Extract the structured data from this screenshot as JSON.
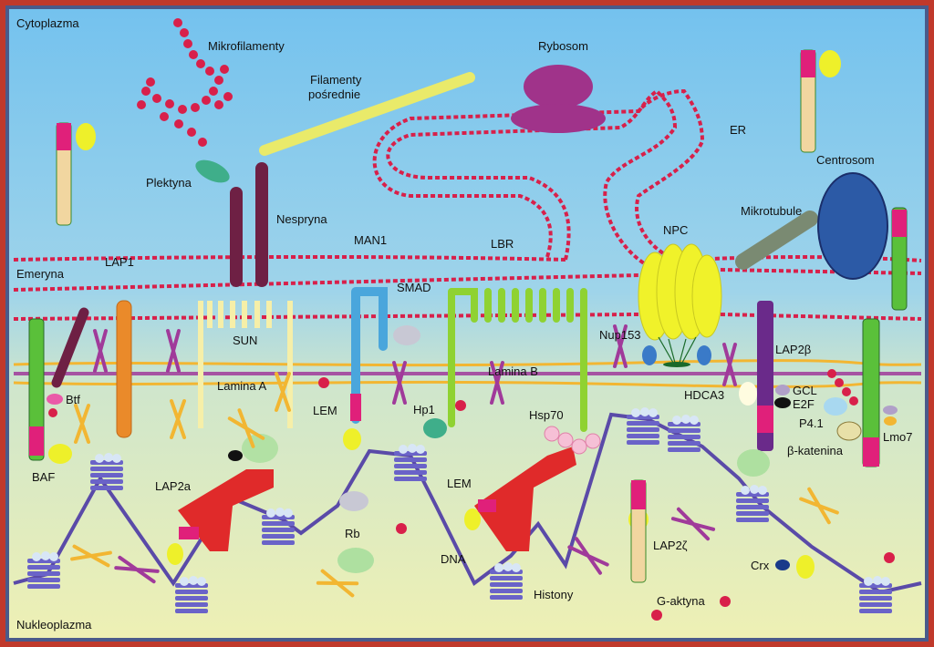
{
  "regions": {
    "top": "Cytoplazma",
    "bottom": "Nukleoplazma"
  },
  "labels": {
    "mikrofilamenty": "Mikrofilamenty",
    "filamenty_line1": "Filamenty",
    "filamenty_line2": "pośrednie",
    "rybosom": "Rybosom",
    "er": "ER",
    "centrosom": "Centrosom",
    "mikrotubule": "Mikrotubule",
    "plektyna": "Plektyna",
    "nespryna": "Nespryna",
    "man1": "MAN1",
    "lbr": "LBR",
    "npc": "NPC",
    "emeryna": "Emeryna",
    "lap1": "LAP1",
    "smad": "SMAD",
    "sun": "SUN",
    "lamina_a": "Lamina A",
    "lamina_b": "Lamina B",
    "nup153": "Nup153",
    "lap2b": "LAP2β",
    "gcl": "GCL",
    "e2f": "E2F",
    "p41": "P4.1",
    "bkatenina": "β-katenina",
    "lmo7": "Lmo7",
    "hdca3": "HDCA3",
    "btf": "Btf",
    "lem_left": "LEM",
    "hp1": "Hp1",
    "hsp70": "Hsp70",
    "baf": "BAF",
    "lap2a": "LAP2a",
    "lem_center": "LEM",
    "rb": "Rb",
    "dna": "DNA",
    "histony": "Histony",
    "lap2z": "LAP2ζ",
    "crx": "Crx",
    "g_aktyna": "G-aktyna"
  },
  "colors": {
    "border_outer": "#c0392b",
    "border_inner": "#4a5a8a",
    "cytoplasm_top": "#7fc6ee",
    "nucleoplasm_bottom": "#eef0b8",
    "membrane": "#d8204a",
    "lamin_a": "#f2b632",
    "lamin_b": "#a03a9a",
    "dna": "#5a4aa8",
    "histone": "#6a63c8",
    "npc": "#eef02a"
  }
}
